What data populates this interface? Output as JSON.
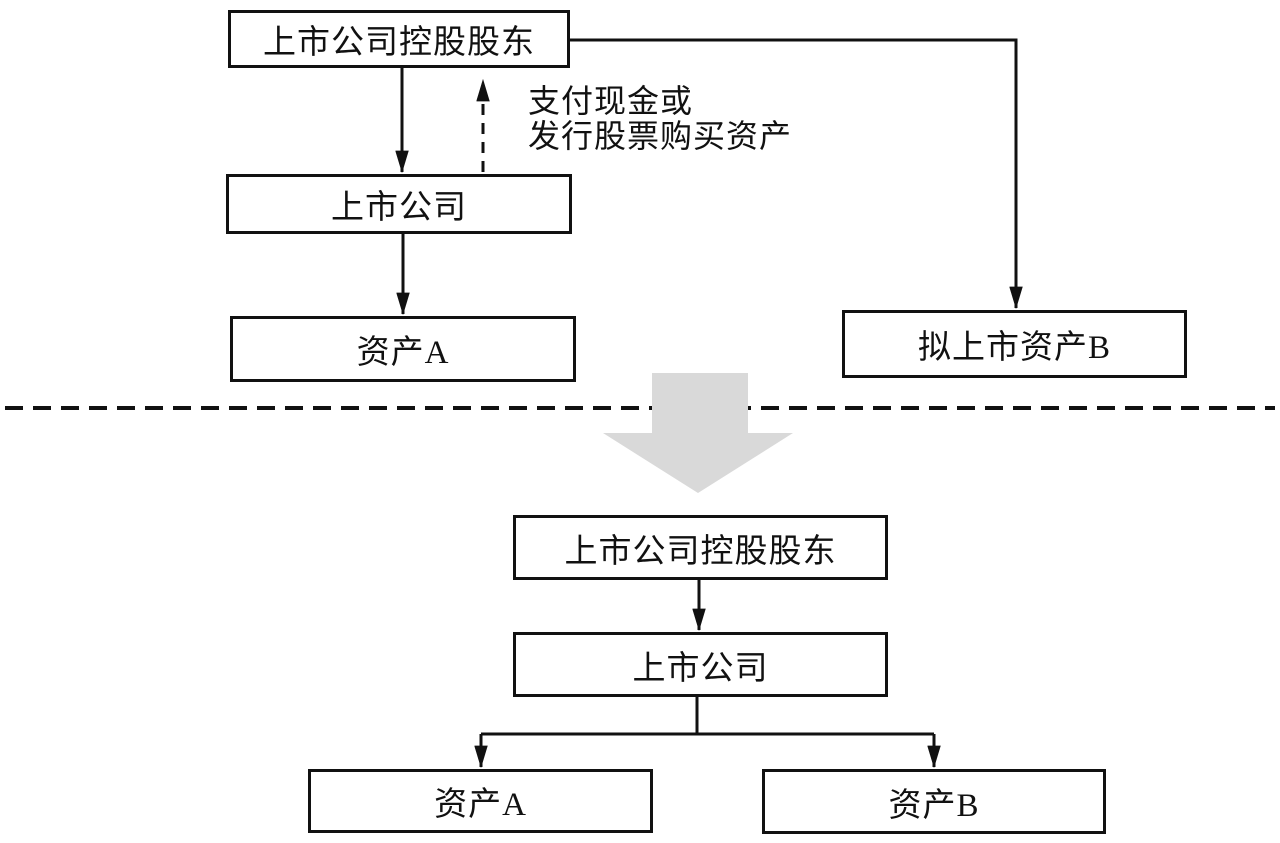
{
  "diagram": {
    "before": {
      "controlling_shareholder": "上市公司控股股东",
      "listed_company": "上市公司",
      "asset_a": "资产A",
      "asset_b_pre_listing": "拟上市资产B",
      "payment_label_line1": "支付现金或",
      "payment_label_line2": "发行股票购买资产"
    },
    "after": {
      "controlling_shareholder": "上市公司控股股东",
      "listed_company": "上市公司",
      "asset_a": "资产A",
      "asset_b": "资产B"
    },
    "colors": {
      "line": "#111111",
      "box_border": "#111111",
      "text": "#111111",
      "big_arrow_fill": "#d9d9d9",
      "background": "#ffffff"
    }
  }
}
